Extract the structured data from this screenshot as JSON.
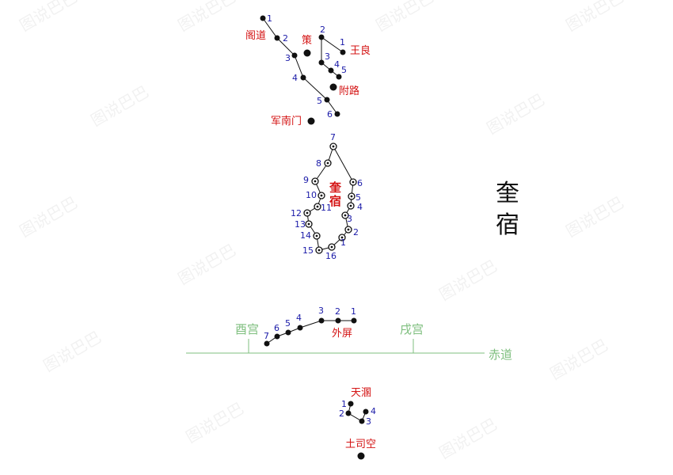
{
  "title_chars": [
    "奎",
    "宿"
  ],
  "watermark": "图说巴巴",
  "colors": {
    "star": "#111111",
    "line": "#111111",
    "number": "#1a1aa8",
    "label": "#d41414",
    "ecliptic": "#7fbf7f"
  },
  "labels": {
    "gedao": "阁道",
    "ce": "策",
    "wangliang": "王良",
    "fulu": "附路",
    "junnanmen": "军南门",
    "kuisu_top": "奎",
    "kuisu_bottom": "宿",
    "waiping": "外屏",
    "yougong": "酉宫",
    "xugong": "戌宫",
    "chidao": "赤道",
    "tianhun": "天溷",
    "tusikong": "土司空"
  },
  "groups": {
    "gedao_nums": [
      "1",
      "2",
      "3",
      "4",
      "5",
      "6"
    ],
    "wangliang_nums": [
      "1",
      "2",
      "3",
      "4",
      "5"
    ],
    "kui_nums": [
      "1",
      "2",
      "3",
      "4",
      "5",
      "6",
      "7",
      "8",
      "9",
      "10",
      "11",
      "12",
      "13",
      "14",
      "15",
      "16"
    ],
    "waiping_nums": [
      "1",
      "2",
      "3",
      "4",
      "5",
      "6",
      "7"
    ],
    "tianhun_nums": [
      "1",
      "2",
      "3",
      "4"
    ]
  }
}
